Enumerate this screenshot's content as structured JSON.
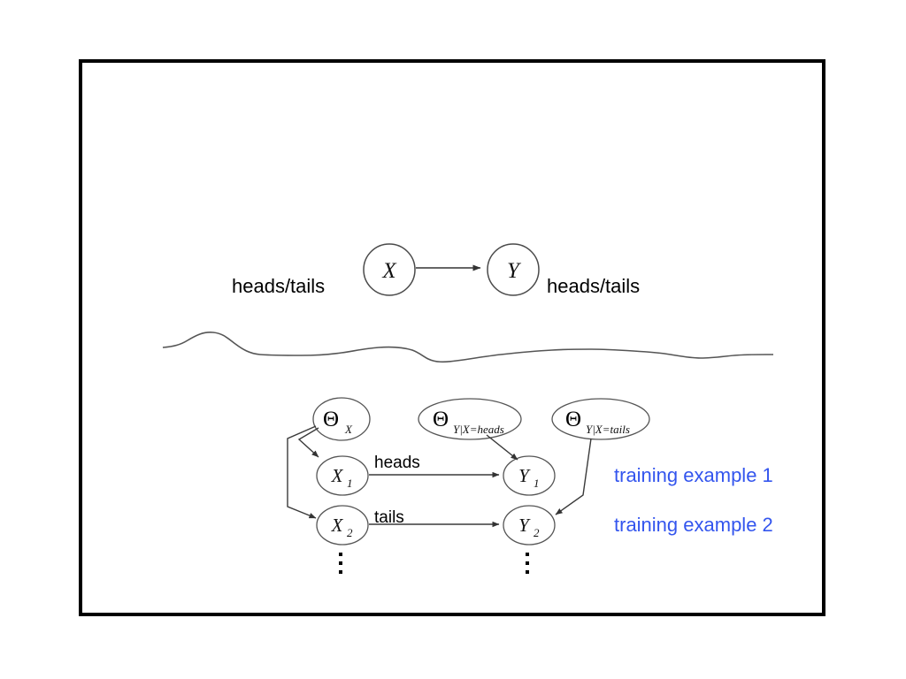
{
  "slide": {
    "frame": {
      "border_color": "#000000"
    },
    "background": "#ffffff"
  },
  "top_model": {
    "left_label": "heads/tails",
    "right_label": "heads/tails",
    "nodes": [
      {
        "id": "X",
        "label": "X"
      },
      {
        "id": "Y",
        "label": "Y"
      }
    ],
    "edges": [
      {
        "from": "X",
        "to": "Y",
        "label": ""
      }
    ]
  },
  "divider": {
    "name": "hand-drawn-wavy-separator"
  },
  "bottom_model": {
    "parameter_nodes": [
      {
        "id": "theta_x",
        "glyph": "Θ",
        "subscript": "X"
      },
      {
        "id": "theta_y_heads",
        "glyph": "Θ",
        "subscript": "Y|X=heads"
      },
      {
        "id": "theta_y_tails",
        "glyph": "Θ",
        "subscript": "Y|X=tails"
      }
    ],
    "variable_nodes": [
      {
        "id": "x1",
        "base": "X",
        "sub": "1"
      },
      {
        "id": "x2",
        "base": "X",
        "sub": "2"
      },
      {
        "id": "y1",
        "base": "Y",
        "sub": "1"
      },
      {
        "id": "y2",
        "base": "Y",
        "sub": "2"
      }
    ],
    "edge_labels": {
      "row1": "heads",
      "row2": "tails"
    },
    "ellipsis_marker": "vertical-dots"
  },
  "annotations": {
    "color": "#3355ee",
    "items": [
      {
        "id": "example1",
        "text": "training example 1"
      },
      {
        "id": "example2",
        "text": "training example 2"
      }
    ]
  }
}
